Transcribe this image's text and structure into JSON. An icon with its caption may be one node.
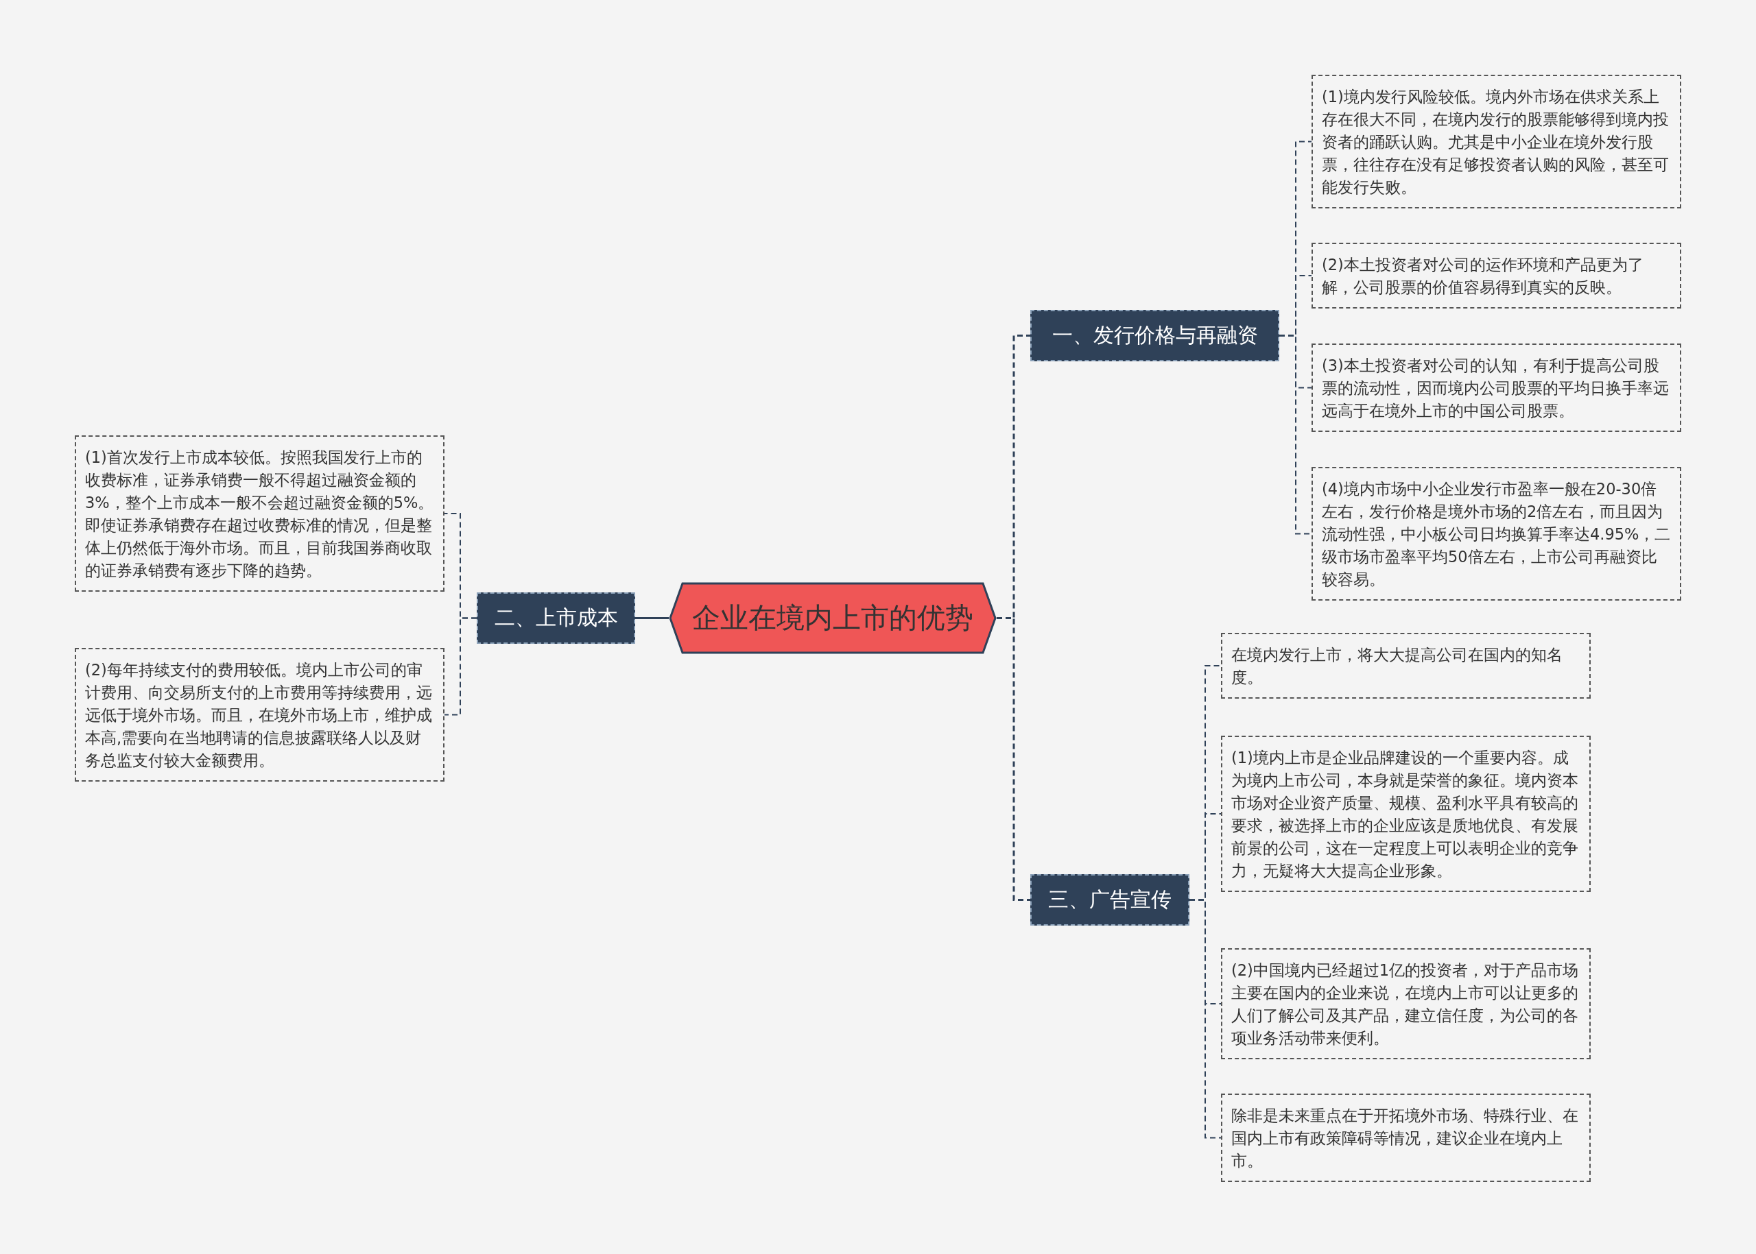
{
  "diagram": {
    "nodes": [
      {
        "text": [
          "企业在境内上市的优势"
        ]
      },
      {
        "text": [
          "一、发行价格与再融资"
        ]
      },
      {
        "text": [
          "(1)境内发行风险较低。境内外市场在供求关系上存在很大不同，在境内发行的股票能够得到境内投资者的踊跃认购。尤其是中小企业在境外发行股票，往往存在没有足够投资者认购的风险，甚至可能发行失败。"
        ]
      },
      {
        "text": [
          "(2)本土投资者对公司的运作环境和产品更为了解，公司股票的价值容易得到真实的反映。"
        ]
      },
      {
        "text": [
          "(3)本土投资者对公司的认知，有利于提高公司股票的流动性，因而境内公司股票的平均日换手率远远高于在境外上市的中国公司股票。"
        ]
      },
      {
        "text": [
          "(4)境内市场中小企业发行市盈率一般在20-30倍左右，发行价格是境外市场的2倍左右，而且因为流动性强，中小板公司日均换算手率达4.95%，二级市场市盈率平均50倍左右，上市公司再融资比较容易。"
        ]
      },
      {
        "text": [
          "二、上市成本"
        ]
      },
      {
        "text": [
          "(1)首次发行上市成本较低。按照我国发行上市的收费标准，证券承销费一般不得超过融资金额的3%，整个上市成本一般不会超过融资金额的5%。即使证券承销费存在超过收费标准的情况，但是整体上仍然低于海外市场。而且，目前我国券商收取的证券承销费有逐步下降的趋势。"
        ]
      },
      {
        "text": [
          "(2)每年持续支付的费用较低。境内上市公司的审计费用、向交易所支付的上市费用等持续费用，远远低于境外市场。而且，在境外市场上市，维护成本高,需要向在当地聘请的信息披露联络人以及财务总监支付较大金额费用。"
        ]
      },
      {
        "text": [
          "三、广告宣传"
        ]
      },
      {
        "text": [
          "在境内发行上市，将大大提高公司在国内的知名度。"
        ]
      },
      {
        "text": [
          "(1)境内上市是企业品牌建设的一个重要内容。成为境内上市公司，本身就是荣誉的象征。境内资本市场对企业资产质量、规模、盈利水平具有较高的要求，被选择上市的企业应该是质地优良、有发展前景的公司，这在一定程度上可以表明企业的竞争力，无疑将大大提高企业形象。"
        ]
      },
      {
        "text": [
          "(2)中国境内已经超过1亿的投资者，对于产品市场主要在国内的企业来说，在境内上市可以让更多的人们了解公司及其产品，建立信任度，为公司的各项业务活动带来便利。"
        ]
      },
      {
        "text": [
          "除非是未来重点在于开拓境外市场、特殊行业、在国内上市有政策障碍等情况，建议企业在境内上市。"
        ]
      }
    ],
    "edges": [
      {
        "from": 0,
        "to": 1,
        "arrow": "none",
        "style": "dashed"
      },
      {
        "from": 1,
        "to": 2,
        "arrow": "none",
        "style": "dashed"
      },
      {
        "from": 1,
        "to": 3,
        "arrow": "none",
        "style": "dashed"
      },
      {
        "from": 1,
        "to": 4,
        "arrow": "none",
        "style": "dashed"
      },
      {
        "from": 1,
        "to": 5,
        "arrow": "none",
        "style": "dashed"
      },
      {
        "from": 0,
        "to": 6,
        "arrow": "none"
      },
      {
        "from": 6,
        "to": 7,
        "arrow": "none",
        "style": "dashed"
      },
      {
        "from": 6,
        "to": 8,
        "arrow": "none",
        "style": "dashed"
      },
      {
        "from": 0,
        "to": 9,
        "arrow": "none",
        "style": "dashed"
      },
      {
        "from": 9,
        "to": 10,
        "arrow": "none",
        "style": "dashed"
      },
      {
        "from": 9,
        "to": 11,
        "arrow": "none",
        "style": "dashed"
      },
      {
        "from": 9,
        "to": 12,
        "arrow": "none",
        "style": "dashed"
      },
      {
        "from": 9,
        "to": 13,
        "arrow": "none",
        "style": "dashed"
      }
    ]
  }
}
